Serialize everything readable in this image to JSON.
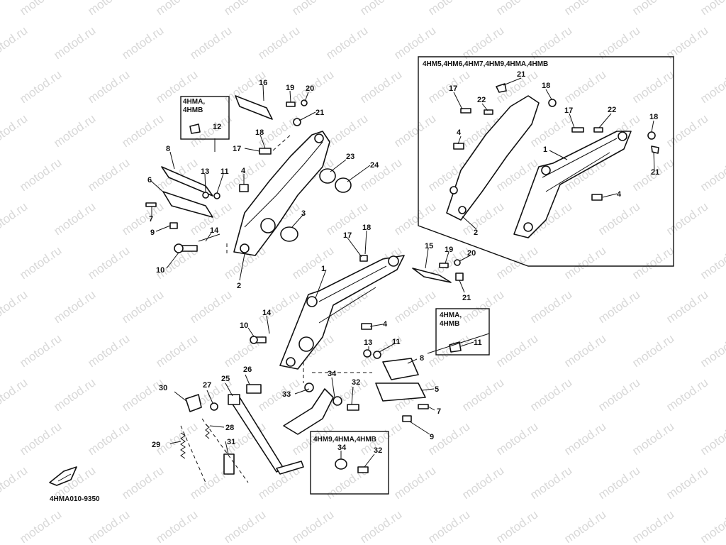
{
  "watermark": "motod.ru",
  "diagram_code": "4HMA010-9350",
  "inset_boxes": [
    {
      "id": "box-top-left",
      "lines": [
        "4HMA,",
        "4HMB"
      ]
    },
    {
      "id": "box-top-right",
      "lines": [
        "4HM5,4HM6,4HM7,4HM9,4HMA,4HMB"
      ]
    },
    {
      "id": "box-mid-right",
      "lines": [
        "4HMA,",
        "4HMB"
      ]
    },
    {
      "id": "box-bottom",
      "lines": [
        "4HM9,4HMA,4HMB"
      ]
    }
  ],
  "callouts": [
    "1",
    "2",
    "3",
    "4",
    "5",
    "6",
    "7",
    "8",
    "9",
    "10",
    "11",
    "12",
    "13",
    "14",
    "15",
    "16",
    "17",
    "18",
    "19",
    "20",
    "21",
    "22",
    "23",
    "24",
    "25",
    "26",
    "27",
    "28",
    "29",
    "30",
    "31",
    "32",
    "33",
    "34"
  ]
}
